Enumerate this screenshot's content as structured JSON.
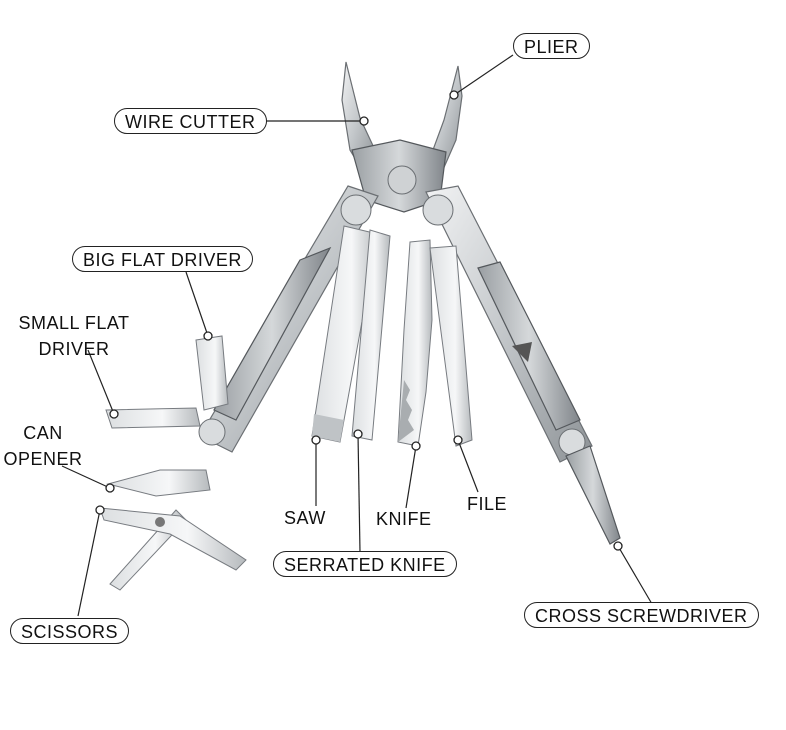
{
  "labels": {
    "plier": "PLIER",
    "wire_cutter": "WIRE CUTTER",
    "big_flat_driver": "BIG FLAT DRIVER",
    "small_flat_driver_line1": "SMALL FLAT",
    "small_flat_driver_line2": "DRIVER",
    "can_opener_line1": "CAN",
    "can_opener_line2": "OPENER",
    "saw": "SAW",
    "knife": "KNIFE",
    "file": "FILE",
    "serrated_knife": "SERRATED KNIFE",
    "cross_screwdriver": "CROSS SCREWDRIVER",
    "scissors": "SCISSORS"
  },
  "colors": {
    "steel_light": "#e9ebec",
    "steel_mid": "#b9bdc0",
    "steel_dark": "#7d8286",
    "outline": "#222222"
  }
}
